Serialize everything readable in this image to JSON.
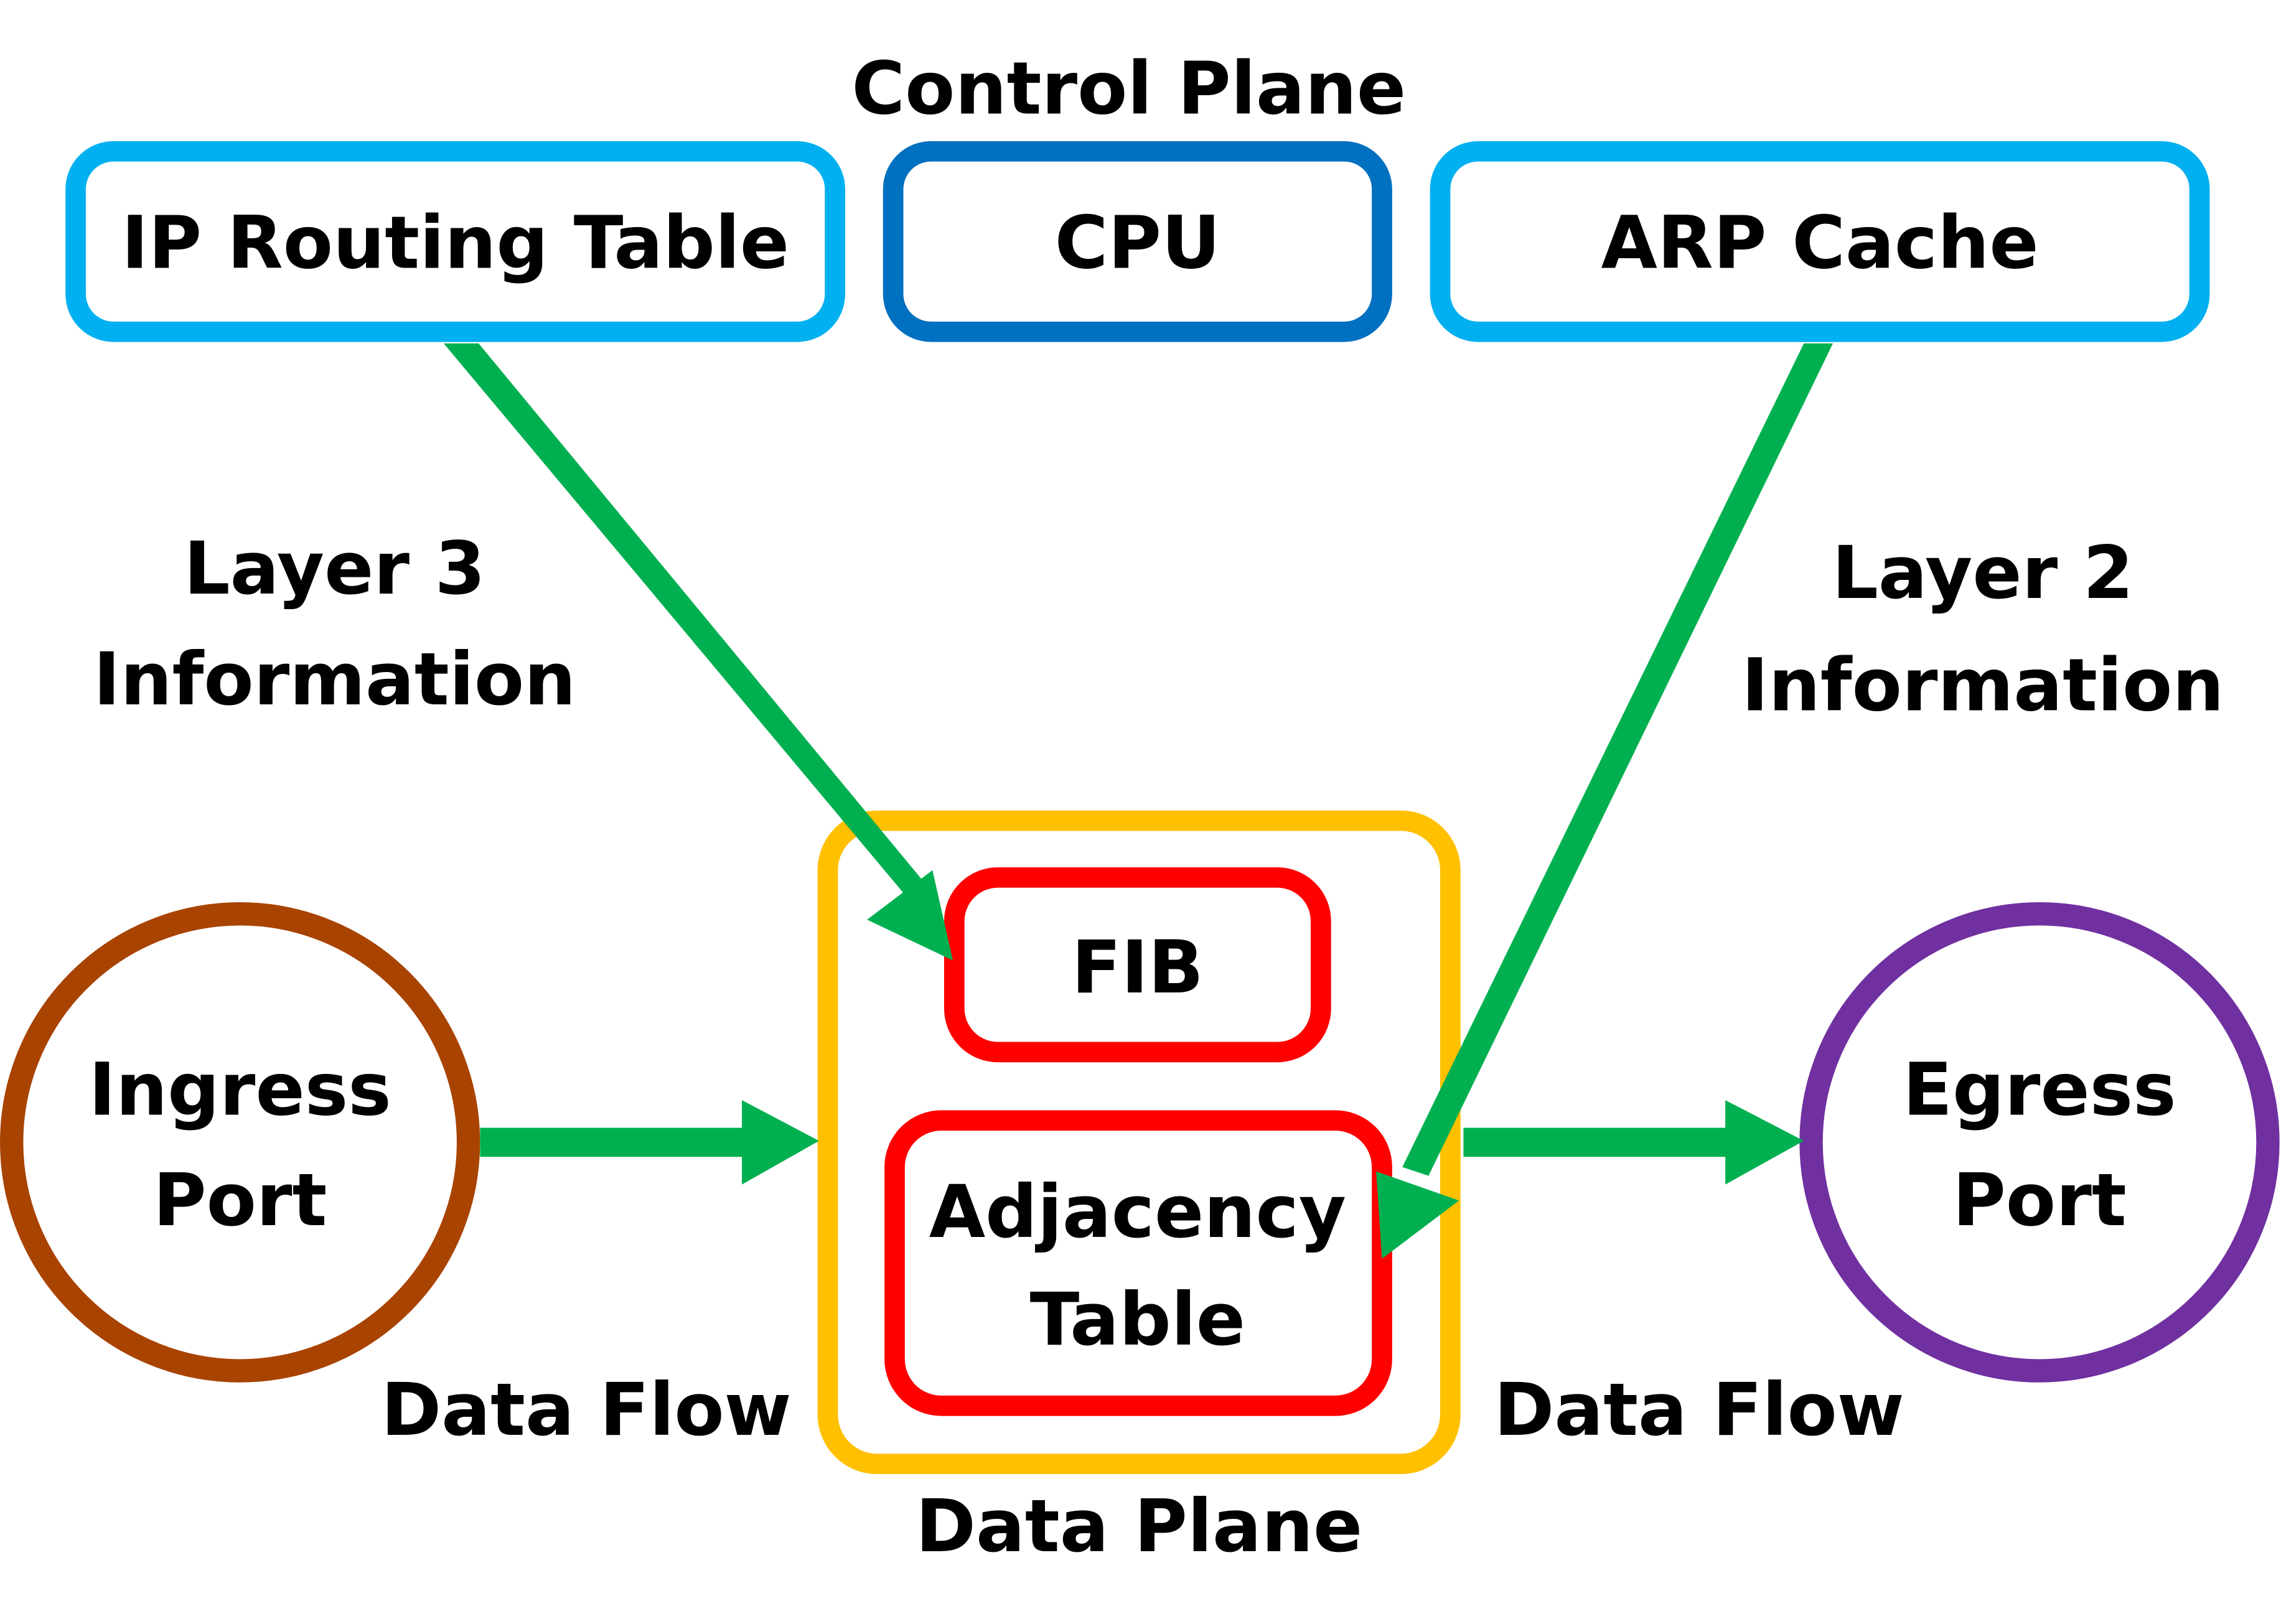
{
  "title": "Control Plane",
  "control_plane": {
    "label": "Control Plane",
    "boxes": [
      {
        "id": "ip-routing-table",
        "label": "IP Routing Table",
        "color": "#00b0f0"
      },
      {
        "id": "cpu",
        "label": "CPU",
        "color": "#0070c0"
      },
      {
        "id": "arp-cache",
        "label": "ARP Cache",
        "color": "#00b0f0"
      }
    ]
  },
  "annotations": {
    "layer3": [
      "Layer 3",
      "Information"
    ],
    "layer2": [
      "Layer 2",
      "Information"
    ],
    "data_flow_left": "Data Flow",
    "data_flow_right": "Data Flow"
  },
  "data_plane": {
    "label": "Data Plane",
    "color": "#ffc000",
    "fib": {
      "label": "FIB",
      "color": "#ff0000"
    },
    "adjacency": {
      "lines": [
        "Adjacency",
        "Table"
      ],
      "color": "#ff0000"
    }
  },
  "ports": {
    "ingress": {
      "lines": [
        "Ingress",
        "Port"
      ],
      "color": "#a84300"
    },
    "egress": {
      "lines": [
        "Egress",
        "Port"
      ],
      "color": "#7030a0"
    }
  },
  "arrow_color": "#00b050"
}
